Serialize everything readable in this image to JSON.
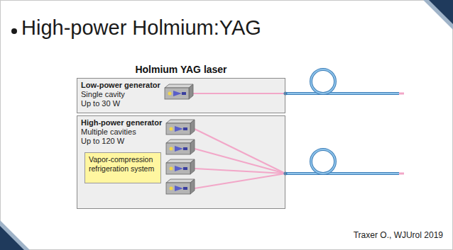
{
  "diagram": {
    "title": "High-power Holmium:YAG",
    "caption": "Traxer O., WJUrol 2019",
    "nodes": [
      {
        "text": [
          "Low-power generator",
          "Single cavity Up to 30 W"
        ]
      },
      {
        "text": [
          "High-power generator",
          "Multiple cavities Up to 120 W"
        ]
      },
      {
        "text": [
          "Vapor-compression refrigeration system"
        ],
        "in": 1
      }
    ],
    "labels": [
      "Holmium YAG laser"
    ]
  }
}
